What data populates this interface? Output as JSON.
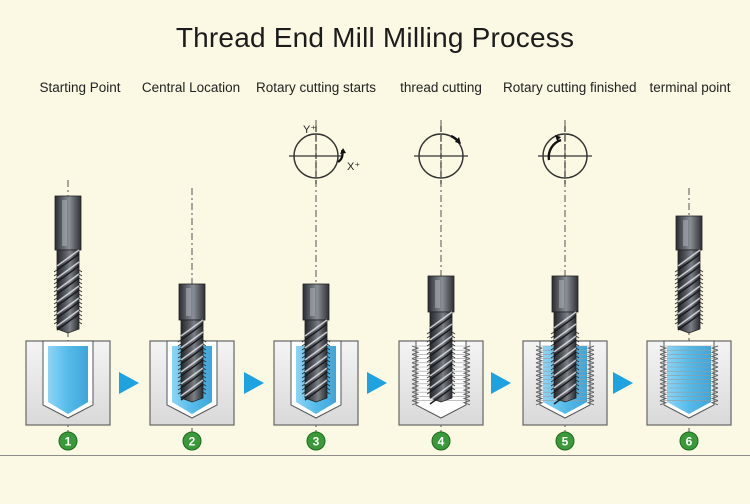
{
  "title": "Thread End Mill Milling Process",
  "steps": [
    {
      "label": "Starting Point",
      "number": "1",
      "stage": "start"
    },
    {
      "label": "Central Location",
      "number": "2",
      "stage": "center"
    },
    {
      "label": "Rotary cutting starts",
      "number": "3",
      "stage": "rotary-start"
    },
    {
      "label": "thread cutting",
      "number": "4",
      "stage": "threading"
    },
    {
      "label": "Rotary cutting finished",
      "number": "5",
      "stage": "rotary-finish"
    },
    {
      "label": "terminal point",
      "number": "6",
      "stage": "terminal"
    }
  ],
  "circle_axes": {
    "y_label": "Y⁺",
    "x_label": "X⁺"
  },
  "colors": {
    "background": "#fbf8e4",
    "arrow": "#1fa3e0",
    "badge": "#3a9a3a",
    "water": "#4fb9ea",
    "tool_dark": "#3c3f44",
    "block": "#eaeaea"
  }
}
